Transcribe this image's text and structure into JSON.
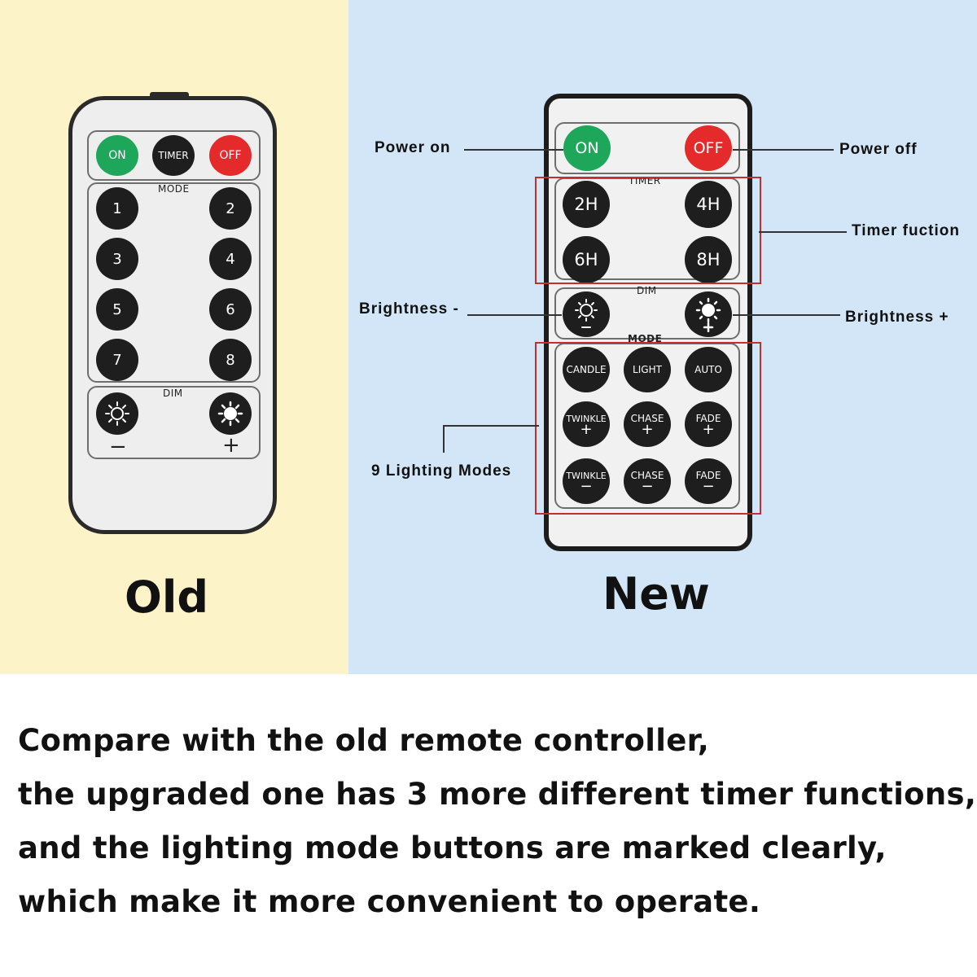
{
  "colors": {
    "left_panel_bg": "#fdf3c8",
    "right_panel_bg": "#d2e6f7",
    "button_dark": "#1e1e1e",
    "button_on": "#1ea65a",
    "button_off": "#e42a2a",
    "highlight_box": "#c0302c"
  },
  "old_remote": {
    "on_label": "ON",
    "timer_label": "TIMER",
    "off_label": "OFF",
    "mode_label": "MODE",
    "mode_buttons": [
      "1",
      "2",
      "3",
      "4",
      "5",
      "6",
      "7",
      "8"
    ],
    "dim_label": "DIM",
    "dim_minus": "−",
    "dim_plus": "+",
    "caption": "Old"
  },
  "new_remote": {
    "on_label": "ON",
    "off_label": "OFF",
    "timer_label": "TIMER",
    "timer_buttons": [
      "2H",
      "4H",
      "6H",
      "8H"
    ],
    "dim_label": "DIM",
    "mode_label": "MODE",
    "mode_buttons": [
      {
        "text": "CANDLE",
        "sub": ""
      },
      {
        "text": "LIGHT",
        "sub": ""
      },
      {
        "text": "AUTO",
        "sub": ""
      },
      {
        "text": "TWINKLE",
        "sub": "+"
      },
      {
        "text": "CHASE",
        "sub": "+"
      },
      {
        "text": "FADE",
        "sub": "+"
      },
      {
        "text": "TWINKLE",
        "sub": "−"
      },
      {
        "text": "CHASE",
        "sub": "−"
      },
      {
        "text": "FADE",
        "sub": "−"
      }
    ],
    "caption": "New"
  },
  "callouts": {
    "power_on": "Power on",
    "power_off": "Power off",
    "timer_function": "Timer fuction",
    "brightness_minus": "Brightness -",
    "brightness_plus": "Brightness +",
    "lighting_modes": "9 Lighting Modes"
  },
  "description": [
    "Compare with the old remote controller,",
    "the upgraded one has 3 more different timer functions,",
    "and the lighting mode buttons are marked clearly,",
    "which make it more convenient to operate."
  ],
  "icons": [
    "sun-outline-icon",
    "sun-filled-icon"
  ]
}
